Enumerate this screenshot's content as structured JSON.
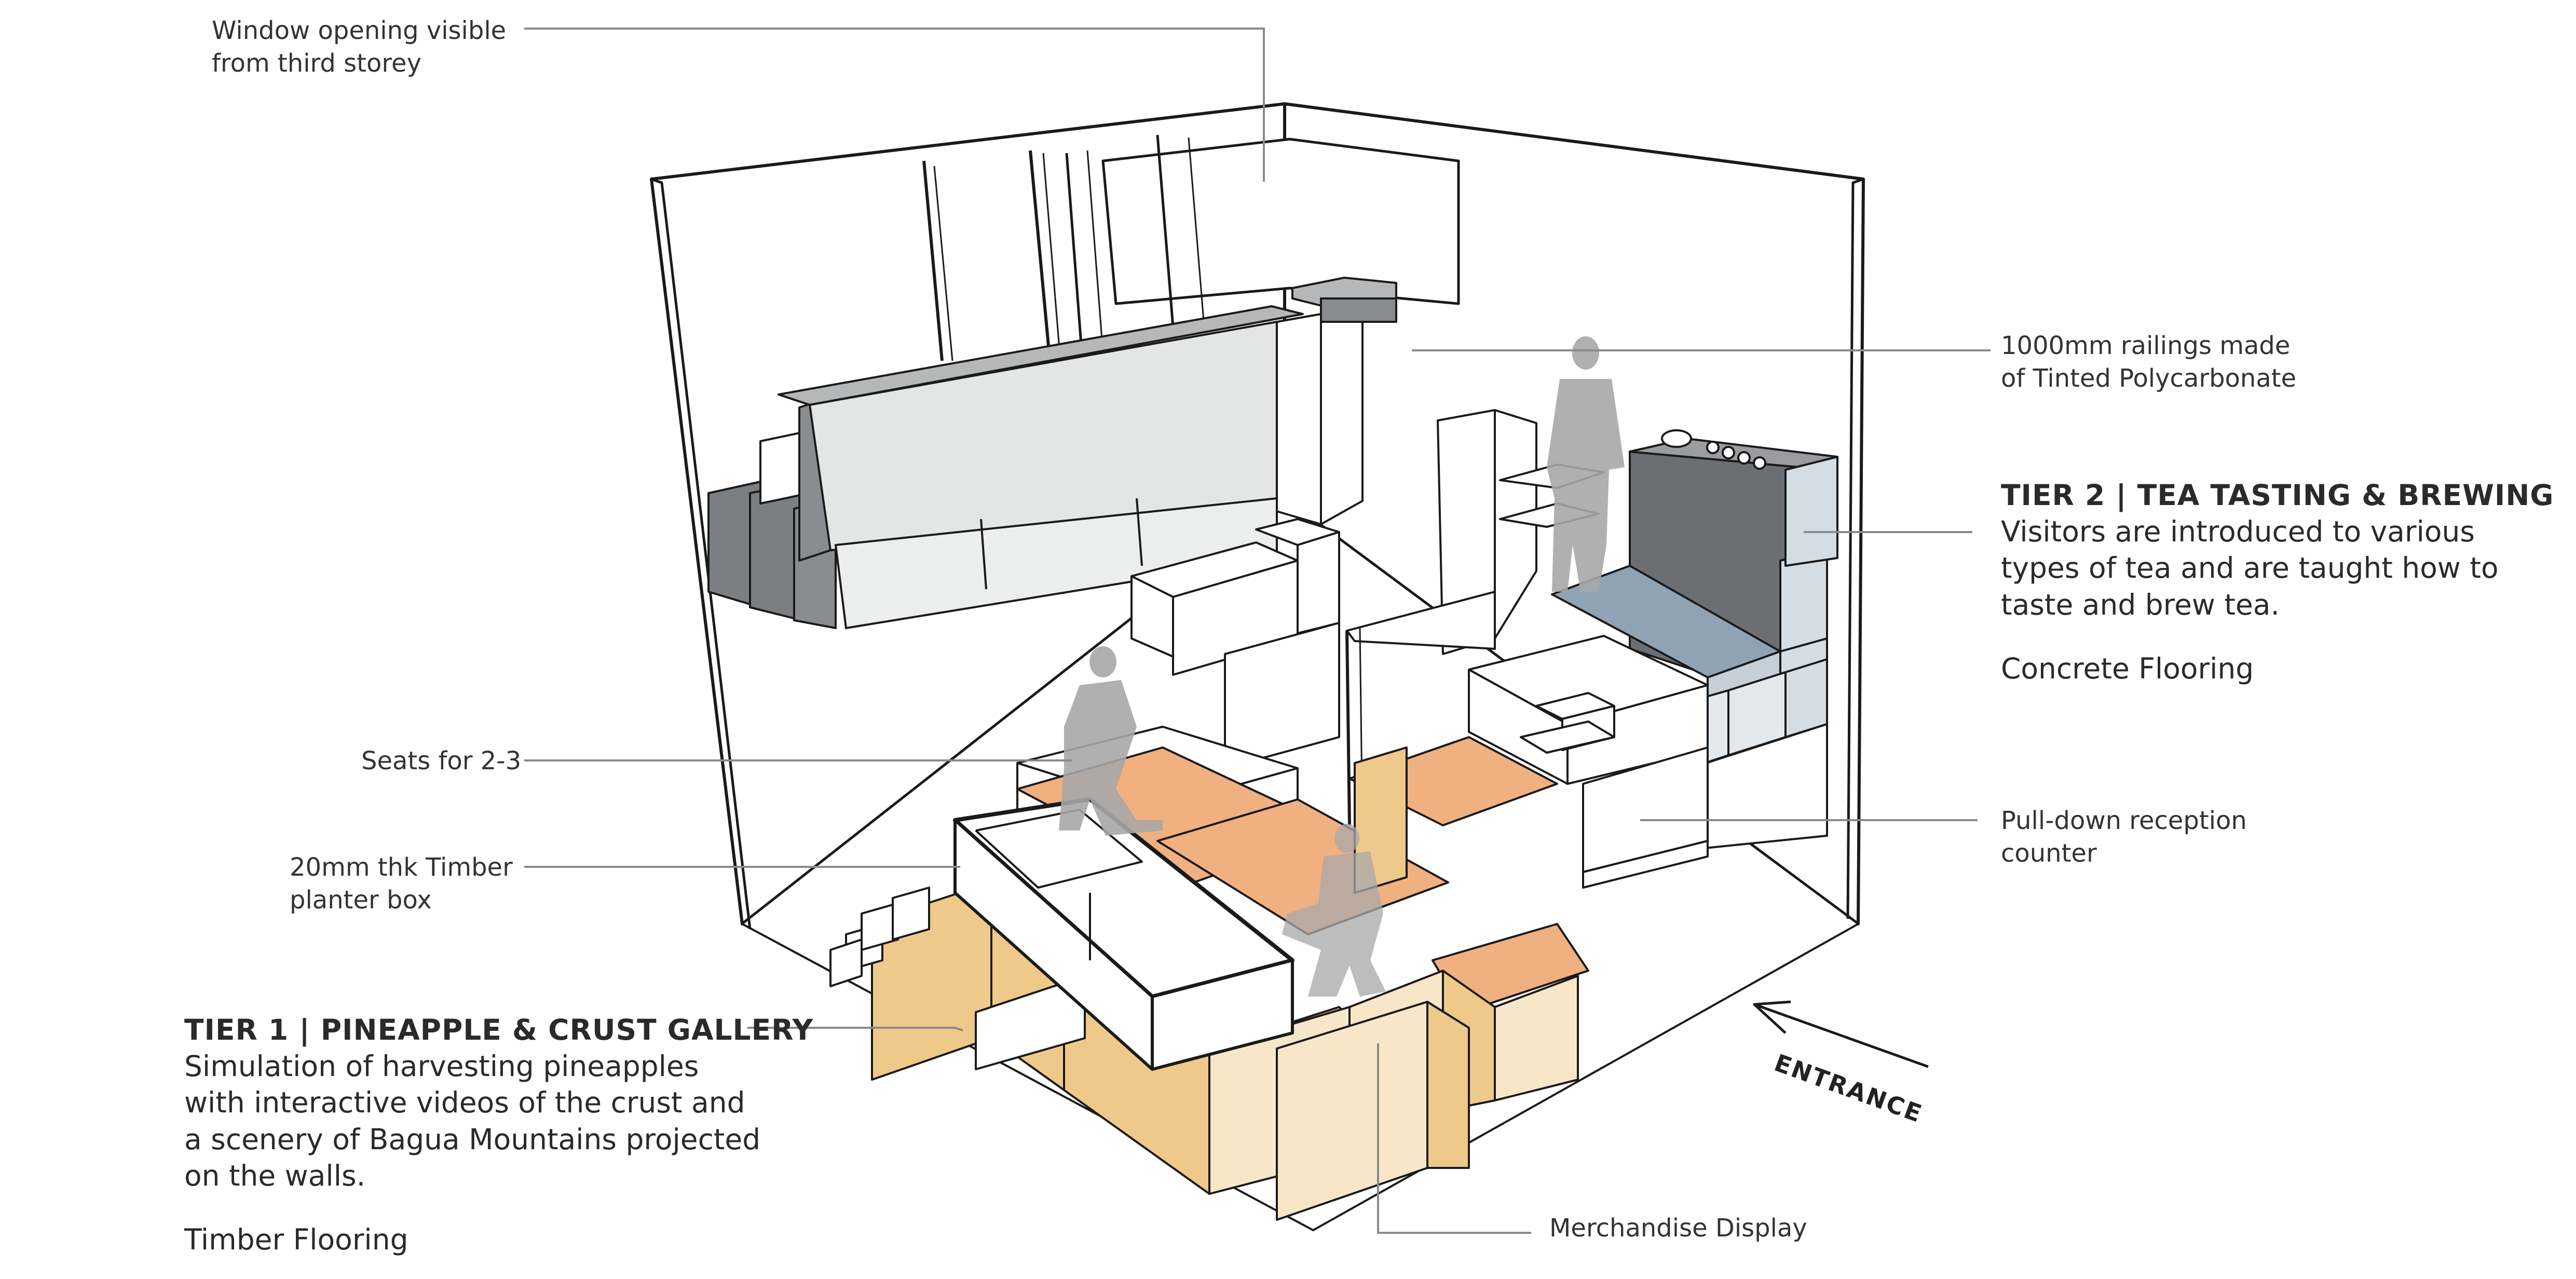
{
  "labels": {
    "window": [
      "Window opening visible",
      "from third storey"
    ],
    "railings": [
      "1000mm railings made",
      "of Tinted Polycarbonate"
    ],
    "seats": "Seats for 2-3",
    "planter": [
      "20mm thk Timber",
      "planter box"
    ],
    "reception": [
      "Pull-down reception",
      "counter"
    ],
    "merch": "Merchandise Display",
    "entrance": "ENTRANCE"
  },
  "tier2": {
    "heading": "TIER 2 | TEA TASTING & BREWING",
    "lines": [
      "Visitors are introduced to various",
      "types of tea and are taught how to",
      "taste and brew tea."
    ],
    "floor": "Concrete Flooring"
  },
  "tier1": {
    "heading": "TIER 1 | PINEAPPLE & CRUST GALLERY",
    "lines": [
      "Simulation of harvesting pineapples",
      "with interactive videos of the crust and",
      "a scenery of Bagua Mountains projected",
      "on the walls."
    ],
    "floor": "Timber Flooring"
  },
  "colors": {
    "timber": "#efc98a",
    "timber_light": "#f7e6c8",
    "orange": "#f0b080",
    "concrete_blue": "#8fa3b5",
    "concrete_light": "#d5dde4",
    "dark_grey": "#6b6e72",
    "mid_grey": "#9a9a9a",
    "light_grey": "#e4e6e6",
    "figure": "#a8a8a8",
    "leader": "#8a8a8a"
  }
}
